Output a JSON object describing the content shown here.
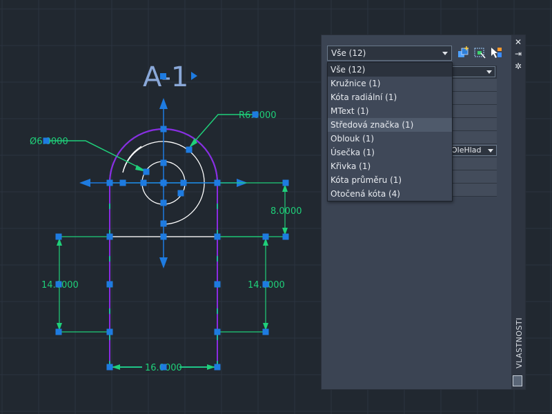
{
  "drawing": {
    "title": "A-1",
    "dimensions": {
      "diameter": "Ø6.0000",
      "radius": "R6.0000",
      "right_vertical": "8.0000",
      "left_height": "14.0000",
      "right_height": "14.0000",
      "bottom_width": "16.0000"
    }
  },
  "properties": {
    "panel_title": "VLASTNOSTI",
    "selection_value": "Vše (12)",
    "grid_value": "OleHlad",
    "toolbar": {
      "quick_select_icon": "quick-select-icon",
      "select_objects_icon": "select-objects-icon",
      "pickadd_icon": "pickadd-toggle-icon"
    },
    "strip": {
      "close": "✕",
      "autohide": "⇥",
      "settings": "✲"
    }
  },
  "dropdown": {
    "items": [
      "Vše (12)",
      "Kružnice (1)",
      "Kóta radiální (1)",
      "MText (1)",
      "Středová značka (1)",
      "Oblouk (1)",
      "Úsečka (1)",
      "Křivka (1)",
      "Kóta průměru (1)",
      "Otočená kóta (4)"
    ],
    "hover_index": 4
  },
  "colors": {
    "background": "#212830",
    "grid": "#2c3440",
    "geometry": "#20b8a0",
    "dimension": "#1fd07a",
    "polyline": "#8a2be2",
    "grip": "#1e7be0",
    "title": "#8aa8d8"
  }
}
